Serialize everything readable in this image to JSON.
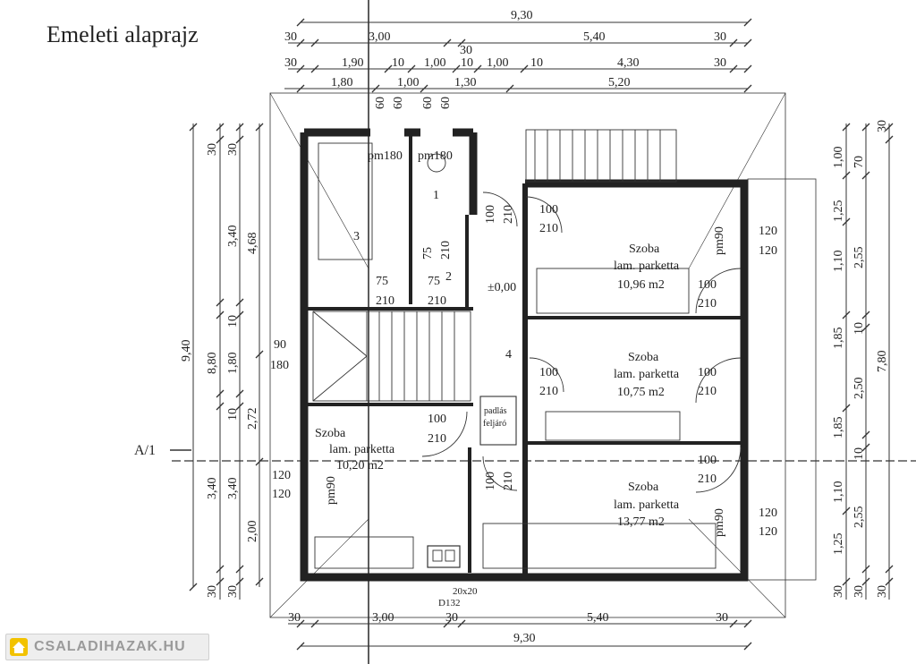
{
  "title": "Emeleti alaprajz",
  "section_marker": "A/1",
  "dims_top": {
    "overall": "9,30",
    "row1": [
      "30",
      "3,00",
      "30",
      "5,40",
      "30"
    ],
    "row2": [
      "30",
      "1,90",
      "10",
      "1,00",
      "10",
      "1,00",
      "10",
      "4,30",
      "30"
    ],
    "row3": [
      "1,80",
      "1,00",
      "1,30",
      "5,20"
    ],
    "row4": [
      "60",
      "60",
      "60",
      "60"
    ]
  },
  "dims_bottom": {
    "row1": [
      "30",
      "3,00",
      "30",
      "5,40",
      "30"
    ],
    "overall": "9,30"
  },
  "dims_left": {
    "overall": "9,40",
    "col1": [
      "8,80"
    ],
    "col2": [
      "30",
      "3,40",
      "30"
    ],
    "col3": [
      "30",
      "3,40",
      "10",
      "1,80",
      "10",
      "3,40",
      "30"
    ],
    "col4": [
      "4,68",
      "2,72",
      "2,00"
    ]
  },
  "dims_right": {
    "col1": [
      "1,00",
      "1,25",
      "1,10",
      "1,85",
      "1,85",
      "1,10",
      "1,25",
      "30"
    ],
    "col2": [
      "70",
      "2,55",
      "10",
      "2,50",
      "10",
      "2,55",
      "30"
    ],
    "col3": [
      "30",
      "7,80",
      "30"
    ]
  },
  "rooms": [
    {
      "num": "1"
    },
    {
      "num": "2"
    },
    {
      "num": "3"
    },
    {
      "num": "4",
      "level": "±0,00"
    },
    {
      "name": "Szoba",
      "floor": "lam. parketta",
      "area": "10,96 m2"
    },
    {
      "name": "Szoba",
      "floor": "lam. parketta",
      "area": "10,75 m2"
    },
    {
      "name": "Szoba",
      "floor": "lam. parketta",
      "area": "10,20 m2"
    },
    {
      "name": "Szoba",
      "floor": "lam. parketta",
      "area": "13,77 m2"
    }
  ],
  "openings": {
    "pm180": "pm180",
    "pm90": "pm90",
    "door_100": "100",
    "door_210": "210",
    "door_75": "75",
    "win_120": "120",
    "win_90": "90",
    "win_180": "180"
  },
  "attic_access": [
    "padlás",
    "feljáró"
  ],
  "chimney": [
    "20x20",
    "D132"
  ],
  "watermark": "CSALADIHAZAK.HU"
}
